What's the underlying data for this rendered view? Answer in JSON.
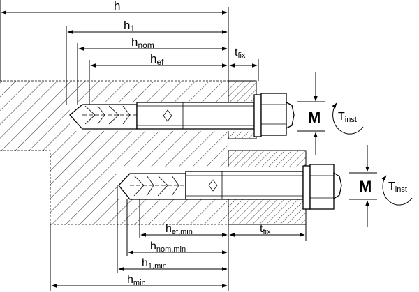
{
  "dimensions_top": {
    "h": "h",
    "h1_base": "h",
    "h1_sub": "1",
    "hnom_base": "h",
    "hnom_sub": "nom",
    "hef_base": "h",
    "hef_sub": "ef",
    "tfix_base": "t",
    "tfix_sub": "fix"
  },
  "dimensions_bottom": {
    "hef_min_base": "h",
    "hef_min_sub": "ef,min",
    "hnom_min_base": "h",
    "hnom_min_sub": "nom,min",
    "h1_min_base": "h",
    "h1_min_sub": "1,min",
    "hmin_base": "h",
    "hmin_sub": "min",
    "tfix_base": "t",
    "tfix_sub": "fix"
  },
  "torque_top": {
    "moment": "M",
    "tinst_base": "T",
    "tinst_sub": "inst"
  },
  "torque_bottom": {
    "moment": "M",
    "tinst_base": "T",
    "tinst_sub": "inst"
  }
}
